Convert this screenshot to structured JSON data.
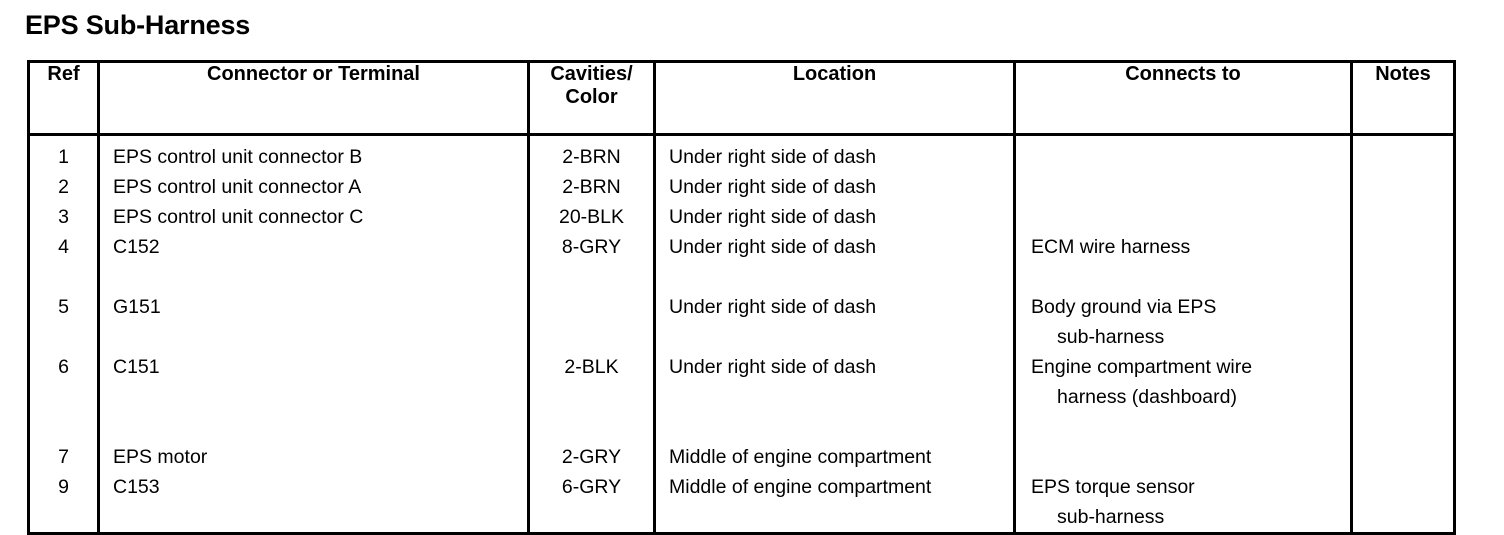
{
  "title": "EPS Sub-Harness",
  "table": {
    "columns": [
      {
        "key": "ref",
        "label": "Ref"
      },
      {
        "key": "connector",
        "label": "Connector or Terminal"
      },
      {
        "key": "cavities",
        "label": "Cavities/\nColor"
      },
      {
        "key": "location",
        "label": "Location"
      },
      {
        "key": "connects",
        "label": "Connects to"
      },
      {
        "key": "notes",
        "label": "Notes"
      }
    ],
    "header_labels": {
      "ref": "Ref",
      "connector": "Connector or Terminal",
      "cavities_line1": "Cavities/",
      "cavities_line2": "Color",
      "location": "Location",
      "connects": "Connects to",
      "notes": "Notes"
    },
    "rows": [
      {
        "ref": "1",
        "connector": "EPS control unit connector B",
        "cavities": "2-BRN",
        "location": "Under right side of dash",
        "connects": "",
        "notes": ""
      },
      {
        "ref": "2",
        "connector": "EPS control unit connector A",
        "cavities": "2-BRN",
        "location": "Under right side of dash",
        "connects": "",
        "notes": ""
      },
      {
        "ref": "3",
        "connector": "EPS control unit connector C",
        "cavities": "20-BLK",
        "location": "Under right side of dash",
        "connects": "",
        "notes": ""
      },
      {
        "ref": "4",
        "connector": "C152",
        "cavities": "8-GRY",
        "location": "Under right side of dash",
        "connects": "ECM wire harness",
        "notes": ""
      },
      {
        "ref": "5",
        "connector": "G151",
        "cavities": "",
        "location": "Under right side of dash",
        "connects": "Body ground via EPS sub-harness",
        "notes": ""
      },
      {
        "ref": "6",
        "connector": "C151",
        "cavities": "2-BLK",
        "location": "Under right side of dash",
        "connects": "Engine compartment wire harness (dashboard)",
        "notes": ""
      },
      {
        "ref": "7",
        "connector": "EPS motor",
        "cavities": "2-GRY",
        "location": "Middle of engine compartment",
        "connects": "",
        "notes": ""
      },
      {
        "ref": "9",
        "connector": "C153",
        "cavities": "6-GRY",
        "location": "Middle of engine compartment",
        "connects": "EPS torque sensor sub-harness",
        "notes": ""
      }
    ],
    "rendered_lines": {
      "ref": [
        "1",
        "2",
        "3",
        "4",
        "",
        "5",
        "",
        "6",
        "",
        "",
        "7",
        "9",
        ""
      ],
      "connector": [
        "EPS control unit connector B",
        "EPS control unit connector A",
        "EPS control unit connector C",
        "C152",
        "",
        "G151",
        "",
        "C151",
        "",
        "",
        "EPS motor",
        "C153",
        ""
      ],
      "cavities": [
        "2-BRN",
        "2-BRN",
        "20-BLK",
        "8-GRY",
        "",
        "",
        "",
        "2-BLK",
        "",
        "",
        "2-GRY",
        "6-GRY",
        ""
      ],
      "location": [
        "Under right side of dash",
        "Under right side of dash",
        "Under right side of dash",
        "Under right side of dash",
        "",
        "Under right side of dash",
        "",
        "Under right side of dash",
        "",
        "",
        "Middle of engine compartment",
        "Middle of engine compartment",
        ""
      ],
      "connects": [
        "",
        "",
        "",
        "ECM wire harness",
        "",
        "Body ground via EPS",
        "sub-harness",
        "Engine compartment wire",
        "harness (dashboard)",
        "",
        "",
        "EPS torque sensor",
        "sub-harness"
      ],
      "connects_indent": [
        false,
        false,
        false,
        false,
        false,
        false,
        true,
        false,
        true,
        false,
        false,
        false,
        true
      ],
      "notes": [
        "",
        "",
        "",
        "",
        "",
        "",
        "",
        "",
        "",
        "",
        "",
        "",
        ""
      ]
    }
  },
  "colors": {
    "text": "#000000",
    "background": "#ffffff",
    "border": "#000000"
  }
}
